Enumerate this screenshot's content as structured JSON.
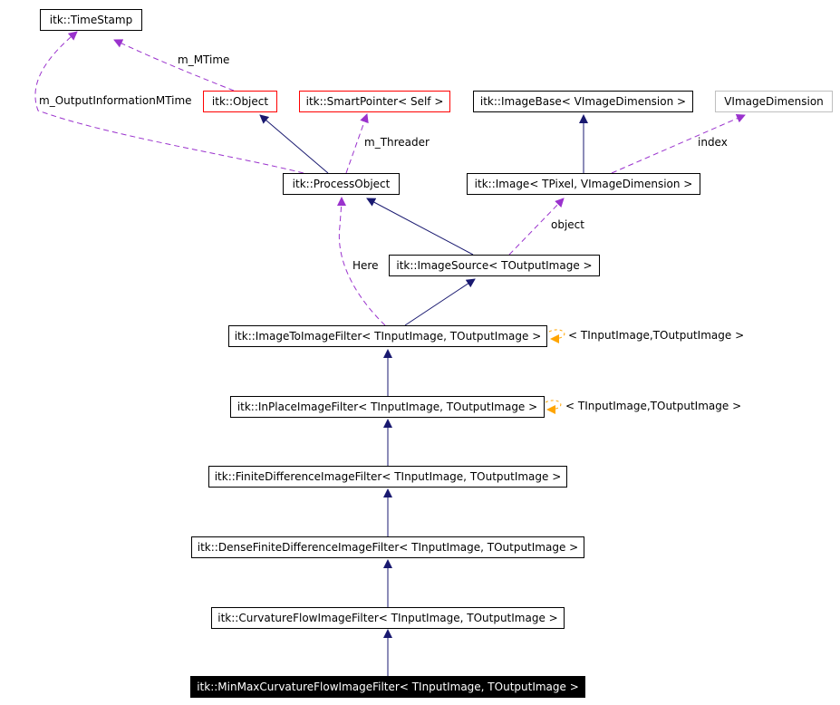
{
  "diagram": {
    "nodes": {
      "timestamp": "itk::TimeStamp",
      "object": "itk::Object",
      "smartpointer": "itk::SmartPointer< Self >",
      "imagebase": "itk::ImageBase< VImageDimension >",
      "vimagedimension": "VImageDimension",
      "processobject": "itk::ProcessObject",
      "image": "itk::Image< TPixel, VImageDimension >",
      "imagesource": "itk::ImageSource< TOutputImage >",
      "imagetoimage": "itk::ImageToImageFilter< TInputImage, TOutputImage >",
      "inplace": "itk::InPlaceImageFilter< TInputImage, TOutputImage >",
      "finitediff": "itk::FiniteDifferenceImageFilter< TInputImage, TOutputImage >",
      "densefinitediff": "itk::DenseFiniteDifferenceImageFilter< TInputImage, TOutputImage >",
      "curvatureflow": "itk::CurvatureFlowImageFilter< TInputImage, TOutputImage >",
      "minmaxcurvatureflow": "itk::MinMaxCurvatureFlowImageFilter< TInputImage, TOutputImage >"
    },
    "edge_labels": {
      "m_mtime": "m_MTime",
      "m_outputinformationmtime": "m_OutputInformationMTime",
      "m_threader": "m_Threader",
      "index": "index",
      "object": "object",
      "here": "Here",
      "template_imagetoimage": "< TInputImage,TOutputImage >",
      "template_inplace": "< TInputImage,TOutputImage >"
    },
    "colors": {
      "inheritance": "#191970",
      "usage": "#9a32cd",
      "template": "#ffa500",
      "focus_background": "#000000",
      "focus_text": "#ffffff",
      "undocumented_border": "#ff0000"
    }
  }
}
